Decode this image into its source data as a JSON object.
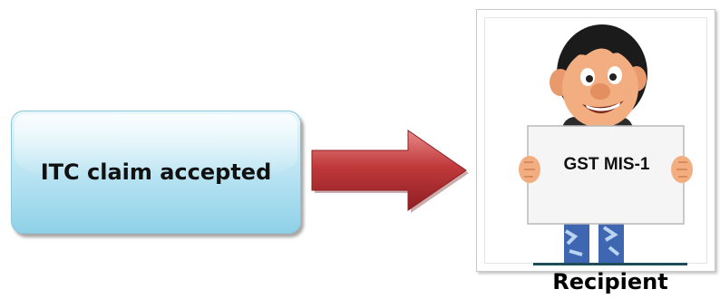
{
  "flow": {
    "source_label": "ITC claim accepted",
    "sign_text": "GST MIS-1",
    "caption": "Recipient"
  },
  "colors": {
    "box_fill": "#bfe6f3",
    "arrow_fill": "#c0393b",
    "frame_border": "#c9c9c9",
    "caption_rule": "#1f4e5a"
  },
  "icons": [
    "arrow-right-icon",
    "cartoon-boy-holding-sign"
  ]
}
